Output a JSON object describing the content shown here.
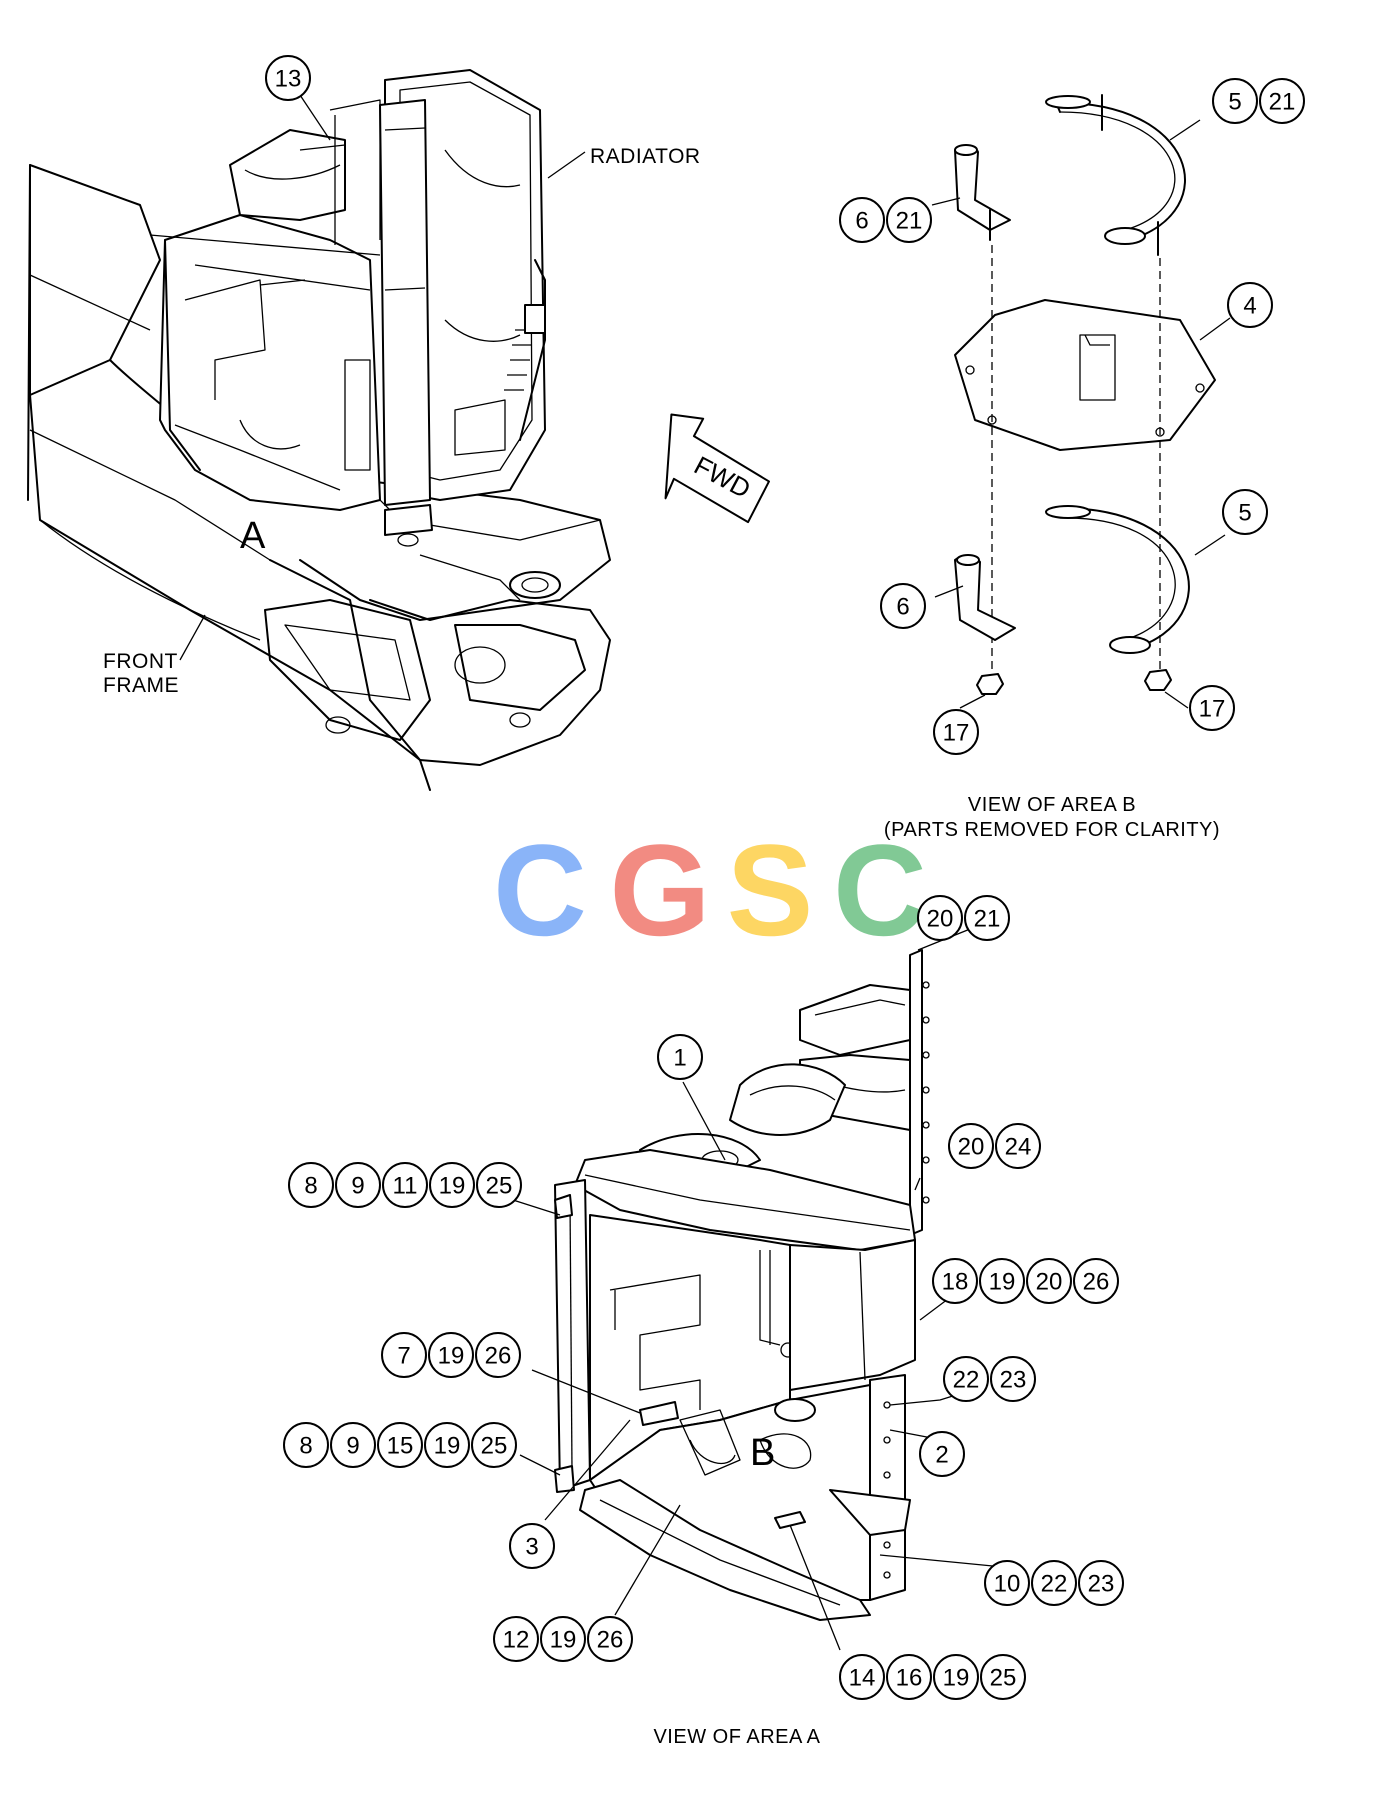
{
  "labels": {
    "radiator": "RADIATOR",
    "front_frame_line1": "FRONT",
    "front_frame_line2": "FRAME",
    "fwd": "FWD",
    "area_a_marker": "A",
    "area_b_marker": "B"
  },
  "captions": {
    "view_b_line1": "VIEW OF AREA B",
    "view_b_line2": "(PARTS REMOVED FOR CLARITY)",
    "view_a": "VIEW OF AREA A"
  },
  "watermark": {
    "letters": [
      "C",
      "G",
      "S",
      "C"
    ],
    "colors": [
      "#8ab4f8",
      "#f28b82",
      "#fdd663",
      "#81c995"
    ]
  },
  "callouts": [
    {
      "id": "c13",
      "numbers": [
        "13"
      ]
    },
    {
      "id": "c5-21",
      "numbers": [
        "5",
        "21"
      ]
    },
    {
      "id": "c6-21",
      "numbers": [
        "6",
        "21"
      ]
    },
    {
      "id": "c4",
      "numbers": [
        "4"
      ]
    },
    {
      "id": "c5",
      "numbers": [
        "5"
      ]
    },
    {
      "id": "c6",
      "numbers": [
        "6"
      ]
    },
    {
      "id": "c17-left",
      "numbers": [
        "17"
      ]
    },
    {
      "id": "c17-right",
      "numbers": [
        "17"
      ]
    },
    {
      "id": "c20-21",
      "numbers": [
        "20",
        "21"
      ]
    },
    {
      "id": "c1",
      "numbers": [
        "1"
      ]
    },
    {
      "id": "c8-9-11-19-25",
      "numbers": [
        "8",
        "9",
        "11",
        "19",
        "25"
      ]
    },
    {
      "id": "c20-24",
      "numbers": [
        "20",
        "24"
      ]
    },
    {
      "id": "c18-19-20-26",
      "numbers": [
        "18",
        "19",
        "20",
        "26"
      ]
    },
    {
      "id": "c7-19-26",
      "numbers": [
        "7",
        "19",
        "26"
      ]
    },
    {
      "id": "c22-23",
      "numbers": [
        "22",
        "23"
      ]
    },
    {
      "id": "c2",
      "numbers": [
        "2"
      ]
    },
    {
      "id": "c8-9-15-19-25",
      "numbers": [
        "8",
        "9",
        "15",
        "19",
        "25"
      ]
    },
    {
      "id": "c3",
      "numbers": [
        "3"
      ]
    },
    {
      "id": "c10-22-23",
      "numbers": [
        "10",
        "22",
        "23"
      ]
    },
    {
      "id": "c12-19-26",
      "numbers": [
        "12",
        "19",
        "26"
      ]
    },
    {
      "id": "c14-16-19-25",
      "numbers": [
        "14",
        "16",
        "19",
        "25"
      ]
    }
  ]
}
